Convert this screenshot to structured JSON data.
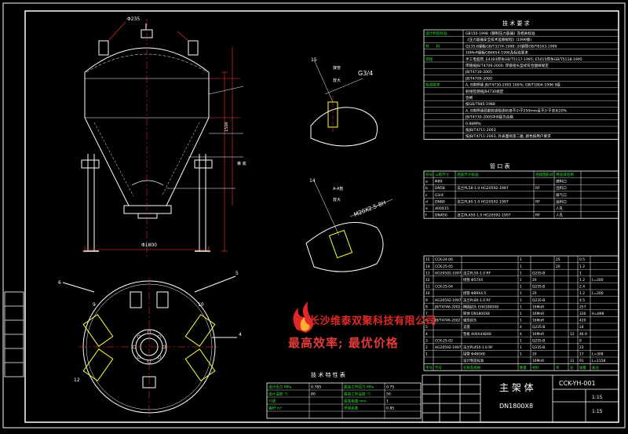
{
  "technical_requirements": {
    "title": "技 术 要 求",
    "rows": [
      {
        "k": "设计制造标准",
        "v": "GB150-1998《钢制压力容器》及相关标准"
      },
      {
        "k": "",
        "v": "《压力容器安全技术监察规程》(1999版)"
      },
      {
        "k": "材　　料",
        "v": "Q235-B钢板GB/T3274-1988; 20钢管GB/T8163-1999"
      },
      {
        "k": "",
        "v": "16MnR钢板GB6654-1996及标准要求"
      },
      {
        "k": "焊接",
        "v": "手工电弧焊, E4303焊条GB/T5117-1995; E5015焊条GB/T5118-1995"
      },
      {
        "k": "",
        "v": "焊缝按JB/T4709-2000; 焊接接头型式符合图样规定"
      },
      {
        "k": "",
        "v": "JB/T4730-2005"
      },
      {
        "k": "",
        "v": "JB/T4709-2000"
      },
      {
        "k": "检测要求",
        "v": "A, B类焊缝 JB/T4730-2005 100%; GB/T1804-1996 II级"
      },
      {
        "k": "",
        "v": "射线检测按JB4730规定"
      },
      {
        "k": "",
        "v": "合格"
      },
      {
        "k": "",
        "v": "按GB/T985-1988"
      },
      {
        "k": "",
        "v": "A, B类焊缝局部射线检测长度不小于250mm且不少于总长20%"
      },
      {
        "k": "",
        "v": "JB/T4730-2005中III级为合格"
      },
      {
        "k": "",
        "v": "0.98MPa"
      },
      {
        "k": "",
        "v": "按JB/T4711-2003"
      },
      {
        "k": "",
        "v": "按JB/T4711-2003, 外表面喷漆二遍, 颜色按用户要求"
      }
    ]
  },
  "nozzle_table": {
    "title": "管 口 表",
    "header": [
      "符号",
      "公称尺寸",
      "连接尺寸标准",
      "连接面形式",
      "用途或名称"
    ],
    "rows": [
      [
        "a",
        "Φ89",
        "",
        "",
        "进料口"
      ],
      [
        "b",
        "DN58",
        "法兰PL58-1.0 HG20592-1997",
        "RF",
        "出料口"
      ],
      [
        "c",
        "G3/4",
        "",
        "",
        "排气口"
      ],
      [
        "d",
        "DN80",
        "法兰PL80-1.0 HG20592-1997",
        "RF",
        "出料口"
      ],
      [
        "e",
        "400X15",
        "",
        "",
        "人孔"
      ],
      [
        "f",
        "DN450",
        "法兰PL450-1.0 HG20592-1997",
        "RF",
        "人孔"
      ]
    ]
  },
  "bom": {
    "rows": [
      [
        "15",
        "CCK-24-06",
        "",
        "1",
        "",
        "25",
        "",
        "0.5",
        ""
      ],
      [
        "14",
        "CCK-25-05",
        "",
        "1",
        "",
        "20",
        "",
        "1.2",
        ""
      ],
      [
        "13",
        "HG20592-1997",
        "法兰PL50-1.0 RF",
        "1",
        "Q235-B",
        "",
        "",
        "1",
        ""
      ],
      [
        "12",
        "",
        "接管 Φ57X4",
        "1",
        "20",
        "",
        "",
        "1.2",
        "L=200"
      ],
      [
        "11",
        "CCK-25-04",
        "",
        "1",
        "Q235-B",
        "",
        "",
        "2.4",
        ""
      ],
      [
        "10",
        "",
        "接管 Φ89X4.5",
        "1",
        "20",
        "",
        "",
        "1.2",
        "L=200"
      ],
      [
        "9",
        "HG20592-1997",
        "法兰PL80-1.0 RF",
        "1",
        "Q235-B",
        "",
        "",
        "4.5",
        ""
      ],
      [
        "8",
        "JB/T4746-2002",
        "椭圆封头 EHA1800X8",
        "1",
        "16MnR",
        "",
        "",
        "257",
        ""
      ],
      [
        "7",
        "",
        "筒体 DN1800X8",
        "1",
        "16MnR",
        "",
        "",
        "330",
        "H=898"
      ],
      [
        "6",
        "JB/T4746-2002",
        "锥形封头",
        "1",
        "16MnR",
        "",
        "",
        "420",
        ""
      ],
      [
        "5",
        "",
        "支座",
        "4",
        "Q235-B",
        "",
        "",
        "24",
        ""
      ],
      [
        "4",
        "",
        "垫板 400X448X8",
        "4",
        "16MnR",
        "",
        "12",
        "46.9",
        ""
      ],
      [
        "3",
        "CCK-25-02",
        "",
        "1",
        "Q235-B",
        "",
        "",
        "8",
        ""
      ],
      [
        "2",
        "HG20592-1997",
        "法兰PL450-1.0 RF",
        "1",
        "Q235-B",
        "",
        "",
        "23",
        ""
      ],
      [
        "1",
        "",
        "接管 Φ480X8",
        "1",
        "20",
        "",
        "",
        "17",
        "L=308"
      ],
      [
        "",
        "",
        "设计制造标准",
        "",
        "16MnR",
        "",
        "31",
        "91",
        "L=1158"
      ]
    ],
    "header": [
      "序号",
      "代号",
      "名称及规格",
      "数量",
      "材料",
      "单",
      "总",
      "质量",
      "备注"
    ]
  },
  "title_block": {
    "name": "主 架 体",
    "spec": "DN1800X8",
    "drawing_no": "CCK-YH-001",
    "scale": "1:15",
    "sheet": "1:15"
  },
  "spec_table": {
    "title": "技 术 特 性 表",
    "rows": [
      [
        "设计压力 MPa",
        "0.785",
        "最高工作压力 MPa",
        "0.75"
      ],
      [
        "设计温度 °C",
        "80",
        "最高工作温度 °C",
        "50"
      ],
      [
        "介质",
        "",
        "腐蚀裕量 mm",
        "1"
      ],
      [
        "容积 m³",
        "",
        "焊缝系数",
        "0.85"
      ],
      [
        "",
        "",
        "",
        ""
      ]
    ]
  },
  "elevation_labels": {
    "top_nozzle_left": "Φ235",
    "bottom_dim": "Φ1800",
    "cone_label": "锥 底",
    "side_note": "1500"
  },
  "detail_labels": {
    "d1_tag": "G3/4",
    "d1_num": "15",
    "d1_head": "接管",
    "d1_sub": "放大",
    "d2_tag": "M20X2.5-8H",
    "d2_num": "14",
    "d2_head": "A-A剖",
    "d2_sub": "放大"
  },
  "plan_labels": {
    "n1": "6",
    "n2": "5",
    "n3": "4",
    "n4": "9",
    "n5": "10",
    "n6": "12"
  },
  "watermark": {
    "company": "长沙维泰双聚科技有限公司",
    "slogan": "最高效率; 最优价格"
  },
  "colors": {
    "line": "#ffffff",
    "border": "#ffffff",
    "dim": "#ff3030",
    "hatch": "#ffff40",
    "green": "#30e030",
    "cyan": "#50f0f0"
  }
}
